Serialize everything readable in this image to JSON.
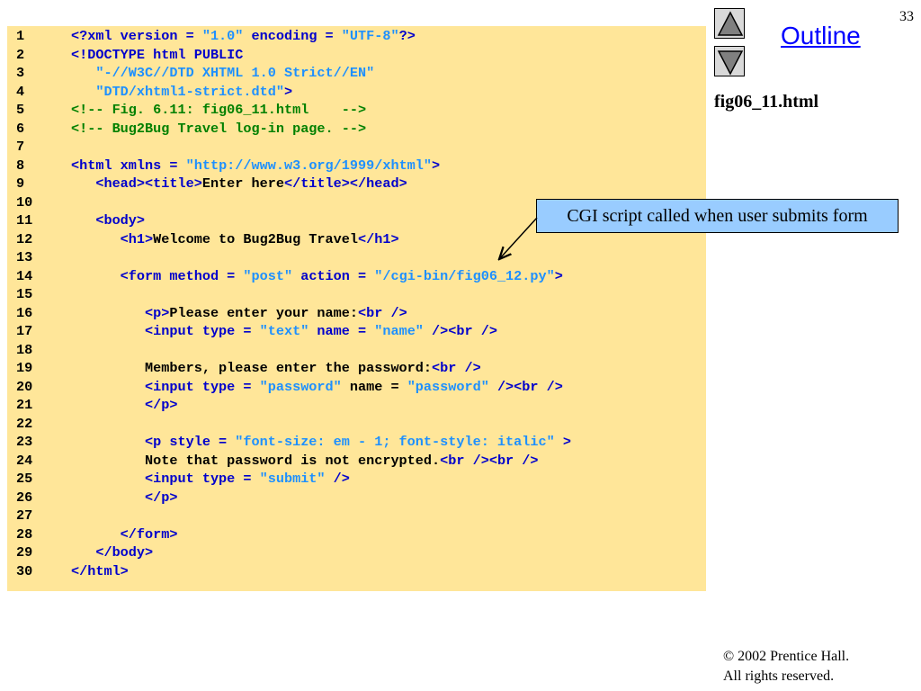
{
  "slide": {
    "number": "33",
    "outline_label": "Outline",
    "filename": "fig06_11.html",
    "callout": "CGI script called when user submits form",
    "copyright_symbol": "©",
    "copyright_line1": " 2002 Prentice Hall.",
    "copyright_line2": "All rights reserved.",
    "icons": {
      "prev": "triangle-up-icon",
      "next": "triangle-down-icon"
    },
    "colors": {
      "code_bg": "#ffe699",
      "callout_bg": "#99ccff",
      "tag": "#0000cc",
      "string": "#1e90ff",
      "comment": "#008000"
    }
  },
  "code": {
    "lines": [
      {
        "n": "1",
        "segs": [
          {
            "k": "t",
            "v": "<?xml version = "
          },
          {
            "k": "s",
            "v": "\"1.0\""
          },
          {
            "k": "t",
            "v": " encoding = "
          },
          {
            "k": "s",
            "v": "\"UTF-8\""
          },
          {
            "k": "t",
            "v": "?>"
          }
        ]
      },
      {
        "n": "2",
        "segs": [
          {
            "k": "t",
            "v": "<!DOCTYPE html PUBLIC"
          }
        ]
      },
      {
        "n": "3",
        "segs": [
          {
            "k": "s",
            "v": "   \"-//W3C//DTD XHTML 1.0 Strict//EN\""
          }
        ]
      },
      {
        "n": "4",
        "segs": [
          {
            "k": "s",
            "v": "   \"DTD/xhtml1-strict.dtd\""
          },
          {
            "k": "t",
            "v": ">"
          }
        ]
      },
      {
        "n": "5",
        "segs": [
          {
            "k": "c",
            "v": "<!-- Fig. 6.11: fig06_11.html    -->"
          }
        ]
      },
      {
        "n": "6",
        "segs": [
          {
            "k": "c",
            "v": "<!-- Bug2Bug Travel log-in page. -->"
          }
        ]
      },
      {
        "n": "7",
        "segs": []
      },
      {
        "n": "8",
        "segs": [
          {
            "k": "t",
            "v": "<html xmlns = "
          },
          {
            "k": "s",
            "v": "\"http://www.w3.org/1999/xhtml\""
          },
          {
            "k": "t",
            "v": ">"
          }
        ]
      },
      {
        "n": "9",
        "segs": [
          {
            "k": "t",
            "v": "   <head><title>"
          },
          {
            "k": "p",
            "v": "Enter here"
          },
          {
            "k": "t",
            "v": "</title></head>"
          }
        ]
      },
      {
        "n": "10",
        "segs": []
      },
      {
        "n": "11",
        "segs": [
          {
            "k": "t",
            "v": "   <body>"
          }
        ]
      },
      {
        "n": "12",
        "segs": [
          {
            "k": "t",
            "v": "      <h1>"
          },
          {
            "k": "p",
            "v": "Welcome to Bug2Bug Travel"
          },
          {
            "k": "t",
            "v": "</h1>"
          }
        ]
      },
      {
        "n": "13",
        "segs": []
      },
      {
        "n": "14",
        "segs": [
          {
            "k": "t",
            "v": "      <form method = "
          },
          {
            "k": "s",
            "v": "\"post\""
          },
          {
            "k": "t",
            "v": " action = "
          },
          {
            "k": "s",
            "v": "\"/cgi-bin/fig06_12.py\""
          },
          {
            "k": "t",
            "v": ">"
          }
        ]
      },
      {
        "n": "15",
        "segs": []
      },
      {
        "n": "16",
        "segs": [
          {
            "k": "t",
            "v": "         <p>"
          },
          {
            "k": "p",
            "v": "Please enter your name:"
          },
          {
            "k": "t",
            "v": "<br />"
          }
        ]
      },
      {
        "n": "17",
        "segs": [
          {
            "k": "t",
            "v": "         <input type = "
          },
          {
            "k": "s",
            "v": "\"text\""
          },
          {
            "k": "t",
            "v": " name = "
          },
          {
            "k": "s",
            "v": "\"name\""
          },
          {
            "k": "t",
            "v": " /><br />"
          }
        ]
      },
      {
        "n": "18",
        "segs": []
      },
      {
        "n": "19",
        "segs": [
          {
            "k": "p",
            "v": "         Members, please enter the password:"
          },
          {
            "k": "t",
            "v": "<br />"
          }
        ]
      },
      {
        "n": "20",
        "segs": [
          {
            "k": "t",
            "v": "         <input type = "
          },
          {
            "k": "s",
            "v": "\"password\""
          },
          {
            "k": "p",
            "v": " name = "
          },
          {
            "k": "s",
            "v": "\"password\""
          },
          {
            "k": "t",
            "v": " /><br />"
          }
        ]
      },
      {
        "n": "21",
        "segs": [
          {
            "k": "t",
            "v": "         </p>"
          }
        ]
      },
      {
        "n": "22",
        "segs": []
      },
      {
        "n": "23",
        "segs": [
          {
            "k": "t",
            "v": "         <p style = "
          },
          {
            "k": "s",
            "v": "\"font-size: em - 1; font-style: italic\""
          },
          {
            "k": "t",
            "v": " >"
          }
        ]
      },
      {
        "n": "24",
        "segs": [
          {
            "k": "p",
            "v": "         Note that password is not encrypted."
          },
          {
            "k": "t",
            "v": "<br /><br />"
          }
        ]
      },
      {
        "n": "25",
        "segs": [
          {
            "k": "t",
            "v": "         <input type = "
          },
          {
            "k": "s",
            "v": "\"submit\""
          },
          {
            "k": "t",
            "v": " />"
          }
        ]
      },
      {
        "n": "26",
        "segs": [
          {
            "k": "t",
            "v": "         </p>"
          }
        ]
      },
      {
        "n": "27",
        "segs": []
      },
      {
        "n": "28",
        "segs": [
          {
            "k": "t",
            "v": "      </form>"
          }
        ]
      },
      {
        "n": "29",
        "segs": [
          {
            "k": "t",
            "v": "   </body>"
          }
        ]
      },
      {
        "n": "30",
        "segs": [
          {
            "k": "t",
            "v": "</html>"
          }
        ]
      }
    ]
  }
}
